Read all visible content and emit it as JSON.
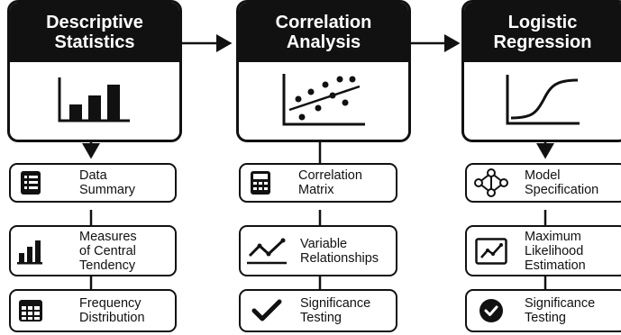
{
  "columns": [
    {
      "title_line1": "Descriptive",
      "title_line2": "Statistics",
      "chart_icon": "bar-chart-icon",
      "items": [
        {
          "icon": "list-icon",
          "line1": "Data",
          "line2": "Summary",
          "line3": ""
        },
        {
          "icon": "bar-chart-small-icon",
          "line1": "Measures",
          "line2": "of Central",
          "line3": "Tendency"
        },
        {
          "icon": "table-icon",
          "line1": "Frequency",
          "line2": "Distribution",
          "line3": ""
        }
      ]
    },
    {
      "title_line1": "Correlation",
      "title_line2": "Analysis",
      "chart_icon": "scatter-plot-icon",
      "items": [
        {
          "icon": "calculator-icon",
          "line1": "Correlation",
          "line2": "Matrix",
          "line3": ""
        },
        {
          "icon": "line-trend-icon",
          "line1": "Variable",
          "line2": "Relationships",
          "line3": ""
        },
        {
          "icon": "checkmark-icon",
          "line1": "Significance",
          "line2": "Testing",
          "line3": ""
        }
      ]
    },
    {
      "title_line1": "Logistic",
      "title_line2": "Regression",
      "chart_icon": "sigmoid-curve-icon",
      "items": [
        {
          "icon": "network-icon",
          "line1": "Model",
          "line2": "Specification",
          "line3": ""
        },
        {
          "icon": "trend-chart-icon",
          "line1": "Maximum",
          "line2": "Likelihood",
          "line3": "Estimation"
        },
        {
          "icon": "check-circle-icon",
          "line1": "Significance",
          "line2": "Testing",
          "line3": ""
        }
      ]
    }
  ]
}
